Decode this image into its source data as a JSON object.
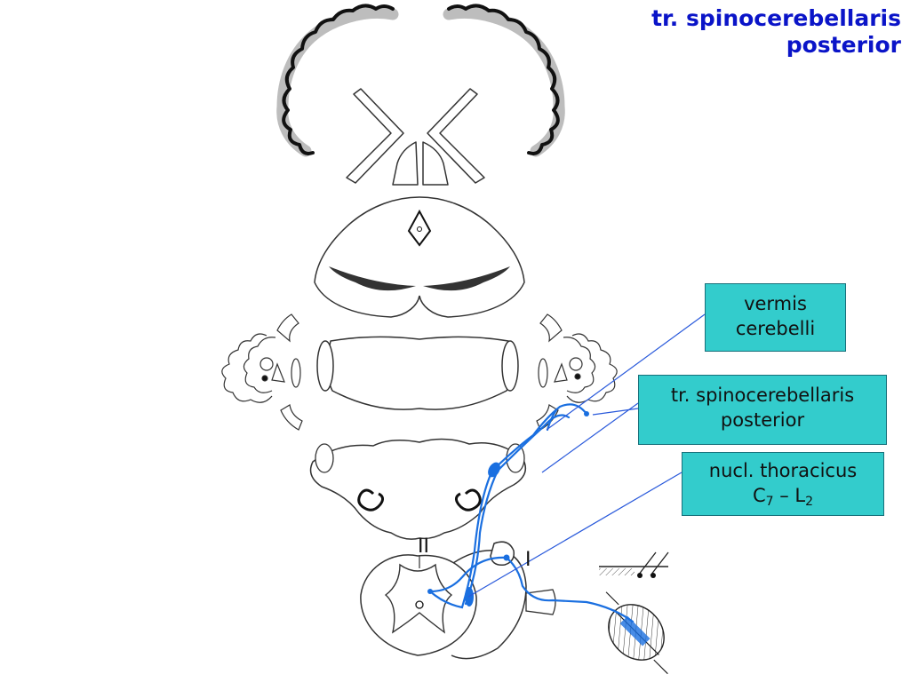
{
  "title": {
    "line1": "tr. spinocerebellaris",
    "line2": "posterior"
  },
  "labels": {
    "vermis": {
      "line1": "vermis",
      "line2": "cerebelli"
    },
    "tract": {
      "line1": "tr. spinocerebellaris",
      "line2": "posterior"
    },
    "nucleus": {
      "line1": "nucl. thoracicus",
      "c_letter": "C",
      "c_sub": "7",
      "dash": " – ",
      "l_letter": "L",
      "l_sub": "2"
    }
  },
  "roman_numerals": {
    "first": "I",
    "second": "II"
  },
  "colors": {
    "title": "#0a14c8",
    "label_box": "#33cccc",
    "pathway": "#1a6fe0",
    "leader_line": "#2a5adb",
    "outline": "#222222",
    "gray_matter_shade": "#bbbbbb"
  }
}
